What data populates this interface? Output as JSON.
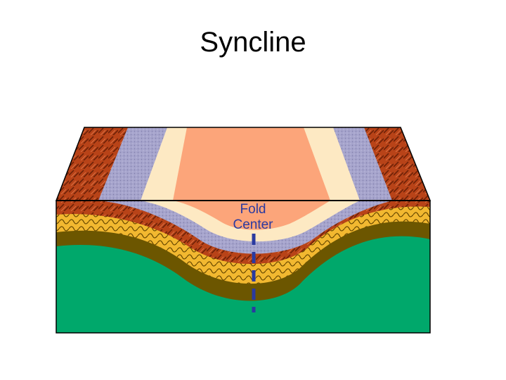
{
  "slide": {
    "title": "Syncline"
  },
  "diagram": {
    "label_line1": "Fold",
    "label_line2": "Center",
    "colors": {
      "top_surface_core": "#fca57a",
      "cream_layer": "#fde9c3",
      "lavender_layer": "#a6a4cc",
      "brick_layer": "#b84318",
      "yellow_layer": "#f2b830",
      "olive_layer": "#6c5600",
      "green_layer": "#00a86b",
      "fold_axis": "#2a3aa0"
    }
  }
}
